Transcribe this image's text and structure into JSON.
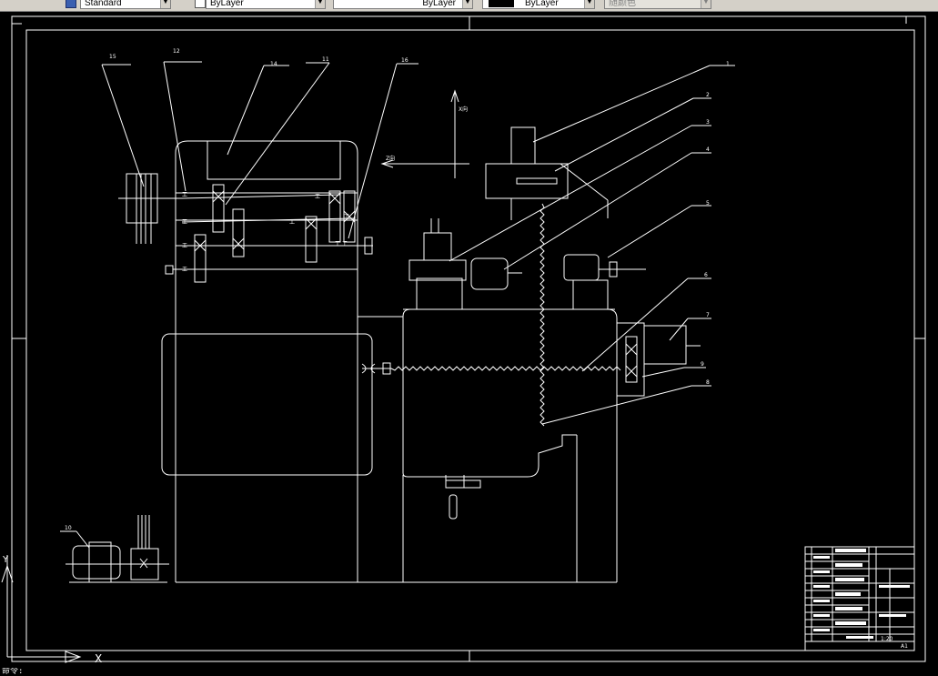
{
  "toolbar": {
    "text_style": "Standard",
    "layer": "ByLayer",
    "linetype": "ByLayer",
    "lineweight": "ByLayer",
    "plot_style": "随颜色"
  },
  "drawing": {
    "callouts": [
      "15",
      "12",
      "14",
      "11",
      "16",
      "1",
      "2",
      "3",
      "4",
      "5",
      "6",
      "7",
      "9",
      "8",
      "10"
    ],
    "axis_x_label": "X向",
    "axis_z_label": "Z向",
    "ucs_x": "X",
    "ucs_y": "Y"
  },
  "title_block": {
    "scale": "1:20",
    "sheet": "A1"
  },
  "status": {
    "command_line": "命令:"
  },
  "colors": {
    "background": "#000000",
    "lines": "#ffffff",
    "toolbar": "#d4d0c8"
  }
}
